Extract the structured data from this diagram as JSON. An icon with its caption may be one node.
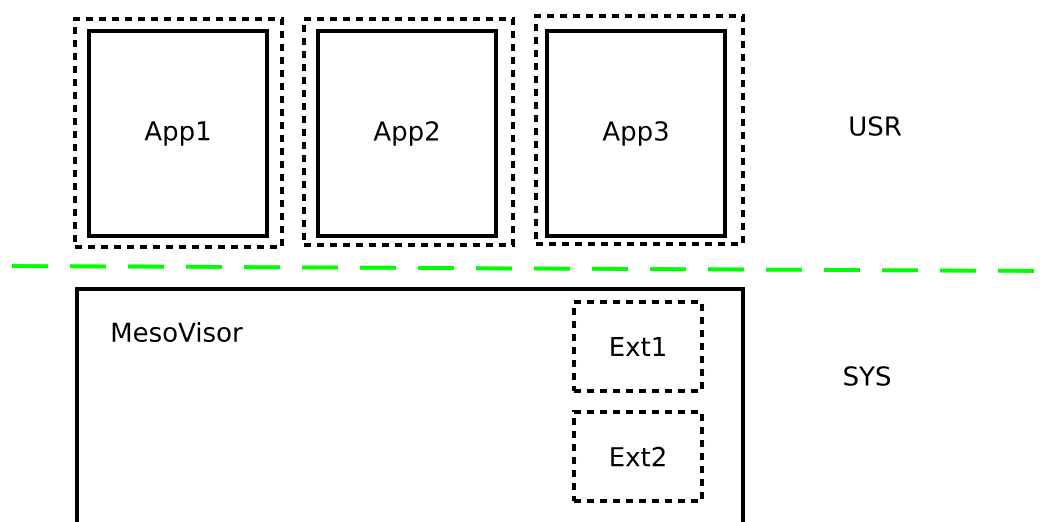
{
  "diagram": {
    "nodes": [
      {
        "text": [],
        "shape": "box"
      },
      {
        "text": [
          "App1"
        ],
        "in": 0
      },
      {
        "text": [],
        "shape": "box"
      },
      {
        "text": [
          "App2"
        ],
        "in": 2
      },
      {
        "text": [],
        "shape": "box"
      },
      {
        "text": [
          "App3"
        ],
        "in": 4
      },
      {
        "text": [
          "MesoVisor"
        ]
      },
      {
        "text": [
          "Ext1"
        ],
        "in": 6
      },
      {
        "text": [
          "Ext2"
        ],
        "in": 6
      }
    ],
    "labels": [
      "USR",
      "SYS"
    ]
  }
}
